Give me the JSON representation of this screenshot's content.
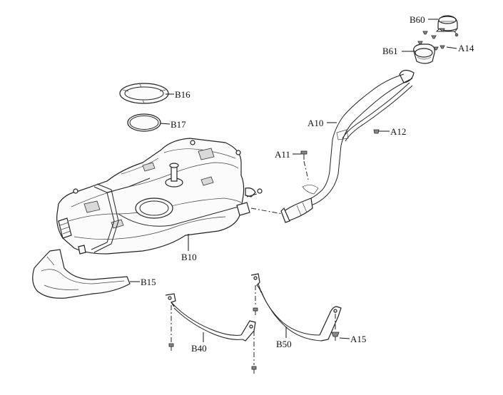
{
  "callouts": {
    "b60": "B60",
    "b61": "B61",
    "a14": "A14",
    "b16": "B16",
    "b17": "B17",
    "a10": "A10",
    "a12": "A12",
    "a11": "A11",
    "b10": "B10",
    "b15": "B15",
    "b40": "B40",
    "b50": "B50",
    "a15": "A15"
  }
}
